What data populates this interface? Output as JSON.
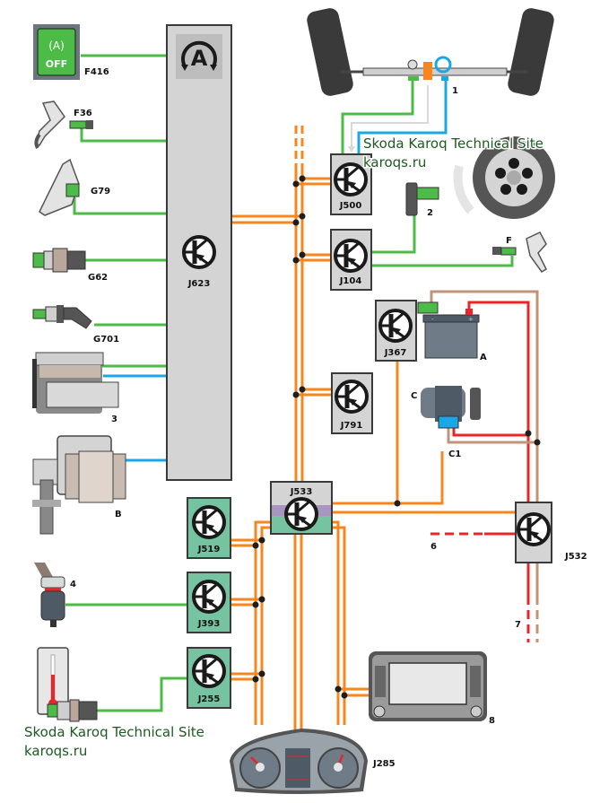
{
  "diagram": {
    "title": "Start-stop system network overview",
    "colors": {
      "can_bus": "#f7861e",
      "signal_green": "#4cbb47",
      "signal_blue": "#1ba7e6",
      "plus_red": "#e8262a",
      "brown": "#bf9479",
      "module_gray": "#d4d4d4",
      "module_teal": "#76c3a1",
      "gateway_purple": "#a996c0",
      "dot": "#1e1e1e"
    },
    "modules": {
      "j623": {
        "label": "J623",
        "header_icon": "start-stop-A-icon"
      },
      "j500": {
        "label": "J500"
      },
      "j104": {
        "label": "J104"
      },
      "j367": {
        "label": "J367"
      },
      "j791": {
        "label": "J791"
      },
      "j533": {
        "label": "J533"
      },
      "j532": {
        "label": "J532"
      },
      "j519": {
        "label": "J519"
      },
      "j393": {
        "label": "J393"
      },
      "j255": {
        "label": "J255"
      },
      "j285": {
        "label": "J285"
      }
    },
    "components": {
      "f416": {
        "label": "F416",
        "button_symbol": "(A)",
        "button_text": "OFF"
      },
      "f36": {
        "label": "F36"
      },
      "g79": {
        "label": "G79"
      },
      "g62": {
        "label": "G62"
      },
      "g701": {
        "label": "G701"
      },
      "engine": {
        "label": "3"
      },
      "starter": {
        "label": "B"
      },
      "seatbelt": {
        "label": "4"
      },
      "steering": {
        "label": "1"
      },
      "wheel_sensor": {
        "label": "2"
      },
      "brake_switch": {
        "label": "F"
      },
      "battery": {
        "label": "A",
        "minus": "-",
        "plus": "+"
      },
      "alternator": {
        "label": "C"
      },
      "alternator_connector": {
        "label": "C1"
      },
      "line6": {
        "label": "6"
      },
      "line7": {
        "label": "7"
      },
      "radio": {
        "label": "8"
      }
    },
    "watermarks": [
      {
        "line1": "Skoda Karoq Technical Site",
        "line2": "karoqs.ru"
      },
      {
        "line1": "Skoda Karoq Technical Site",
        "line2": "karoqs.ru"
      }
    ]
  }
}
